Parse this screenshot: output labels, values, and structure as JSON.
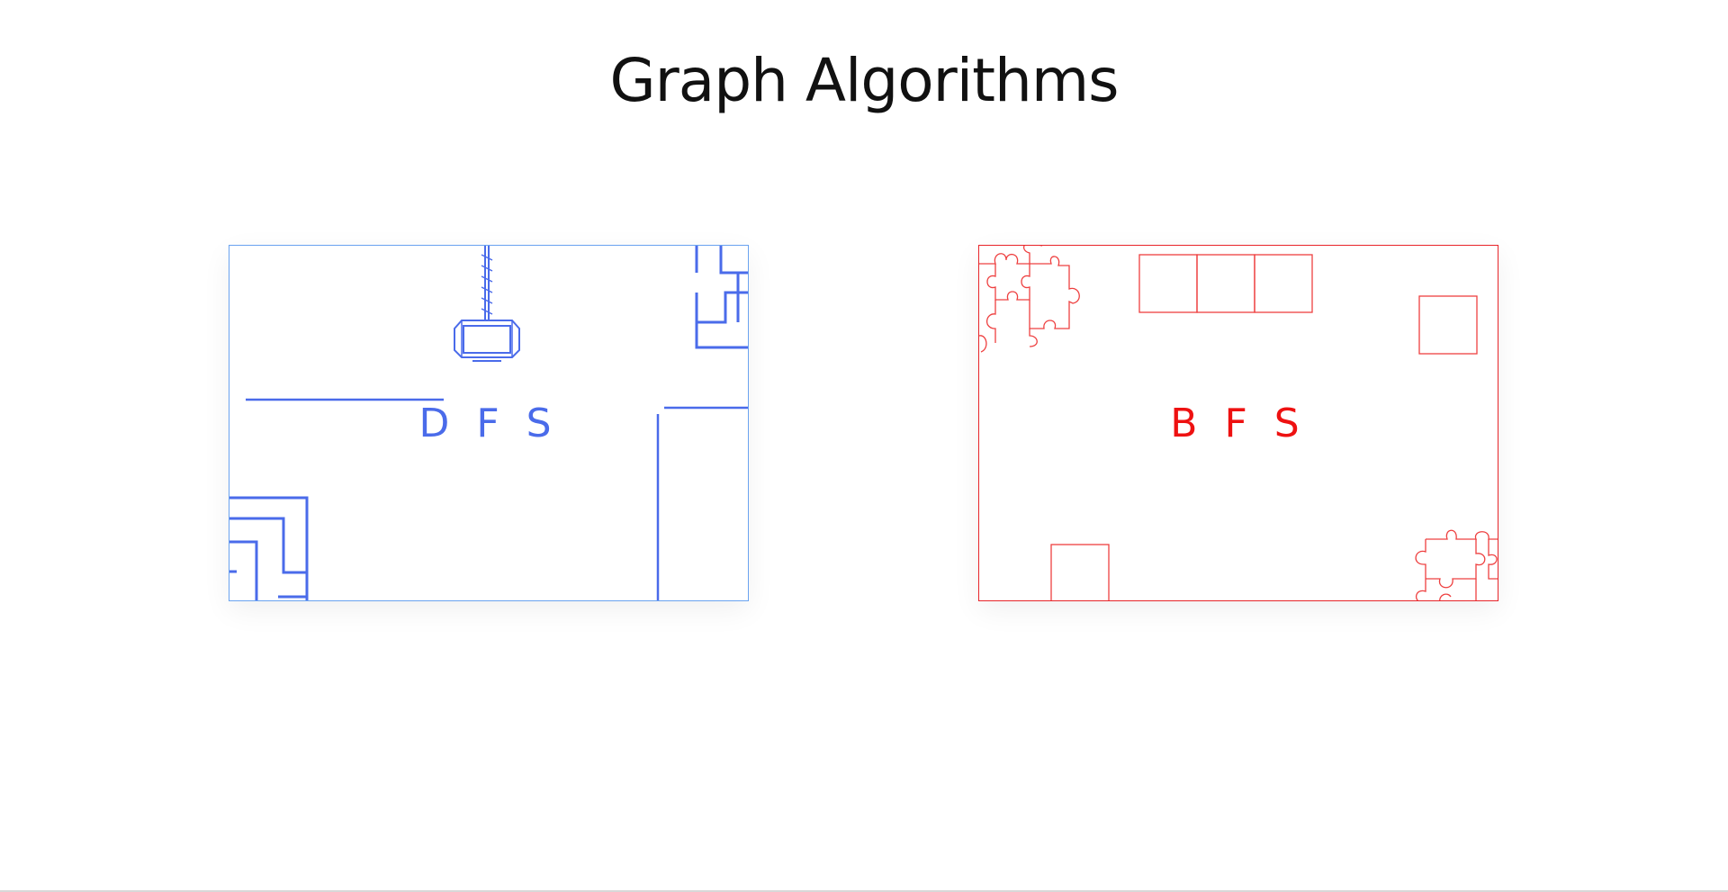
{
  "page": {
    "title": "Graph Algorithms"
  },
  "cards": {
    "dfs": {
      "label": "D F S",
      "accent": "#4a6bea",
      "border": "#6aa3f0",
      "icons": [
        "maze-icon",
        "hanging-lamp-icon"
      ]
    },
    "bfs": {
      "label": "B F S",
      "accent": "#ee1111",
      "border": "#e8252a",
      "icons": [
        "puzzle-piece-icon",
        "grid-square-icon"
      ]
    }
  }
}
